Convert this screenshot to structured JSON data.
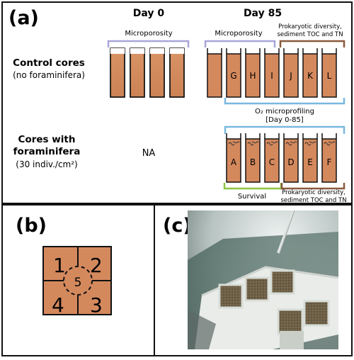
{
  "panels": {
    "a": {
      "label": "(a)",
      "day0_header": "Day 0",
      "day85_header": "Day 85",
      "microporosity_day0": "Microporosity",
      "microporosity_day85": "Microporosity",
      "prokaryotic_top_line1": "Prokaryotic diversity,",
      "prokaryotic_top_line2": "sediment TOC and TN",
      "control_title": "Control cores",
      "control_subtitle": "(no foraminifera)",
      "o2_line1": "O₂ microprofiling",
      "o2_line2": "[Day 0-85]",
      "foram_title_line1": "Cores with",
      "foram_title_line2": "foraminifera",
      "foram_subtitle": "(30 indiv./cm²)",
      "na_text": "NA",
      "survival_label": "Survival",
      "prokaryotic_bottom_line1": "Prokaryotic diversity,",
      "prokaryotic_bottom_line2": "sediment TOC and TN",
      "control_core_letters": [
        "G",
        "H",
        "I",
        "J",
        "K",
        "L"
      ],
      "foram_core_letters": [
        "A",
        "B",
        "C",
        "D",
        "E",
        "F"
      ]
    },
    "b": {
      "label": "(b)",
      "zones": [
        "1",
        "2",
        "3",
        "4",
        "5"
      ]
    },
    "c": {
      "label": "(c)"
    }
  },
  "colors": {
    "sediment": "#d4895d",
    "microporosity_bracket": "#a9a6d8",
    "prokaryotic_bracket": "#8a5a3c",
    "o2_bracket": "#79b8e0",
    "survival_bracket": "#8cc63f"
  }
}
